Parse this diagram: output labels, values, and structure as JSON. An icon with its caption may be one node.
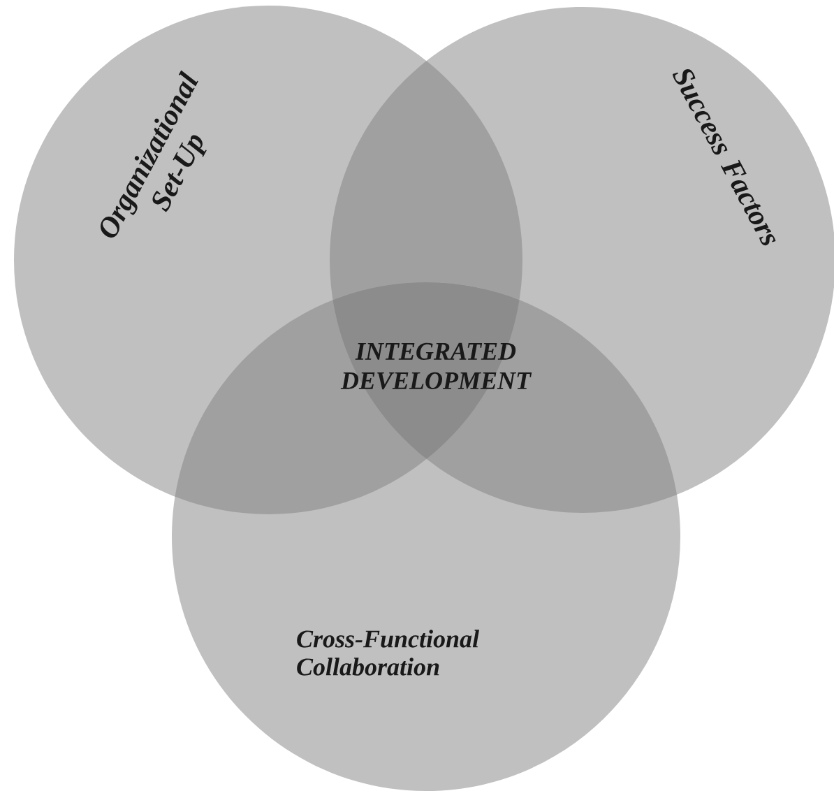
{
  "diagram": {
    "nodes": [
      {
        "text": [
          "Organizational Set-Up"
        ]
      },
      {
        "text": [
          "Success Factors"
        ]
      },
      {
        "text": [
          "Cross-Functional Collaboration"
        ]
      }
    ],
    "labels": [
      "INTEGRATED DEVELOPMENT"
    ]
  }
}
